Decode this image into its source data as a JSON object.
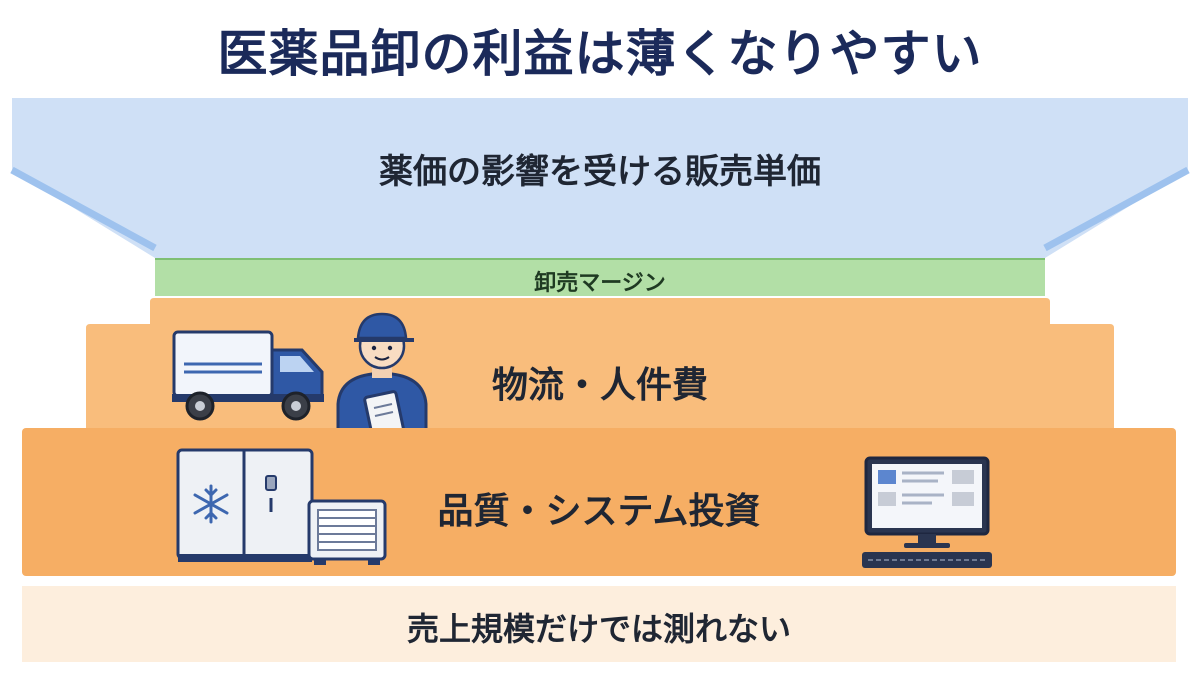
{
  "title": "医薬品卸の利益は薄くなりやすい",
  "layers": {
    "price": {
      "label": "薬価の影響を受ける販売単価"
    },
    "margin": {
      "label": "卸売マージン"
    },
    "logistics": {
      "label": "物流・人件費"
    },
    "investment": {
      "label": "品質・システム投資"
    },
    "scale": {
      "label": "売上規模だけでは測れない"
    }
  },
  "colors": {
    "title": "#1b2a5a",
    "price_band": "#cfe0f6",
    "price_edge": "#9ec2ee",
    "margin_band": "#b2dfa6",
    "cost_band": "#f9bd7c",
    "investment_band": "#f6ae64",
    "scale_band": "#fdeedd"
  },
  "icons": [
    "delivery-truck-icon",
    "delivery-worker-icon",
    "refrigerated-storage-icon",
    "air-conditioner-unit-icon",
    "snowflake-icon",
    "computer-monitor-icon",
    "keyboard-icon"
  ]
}
